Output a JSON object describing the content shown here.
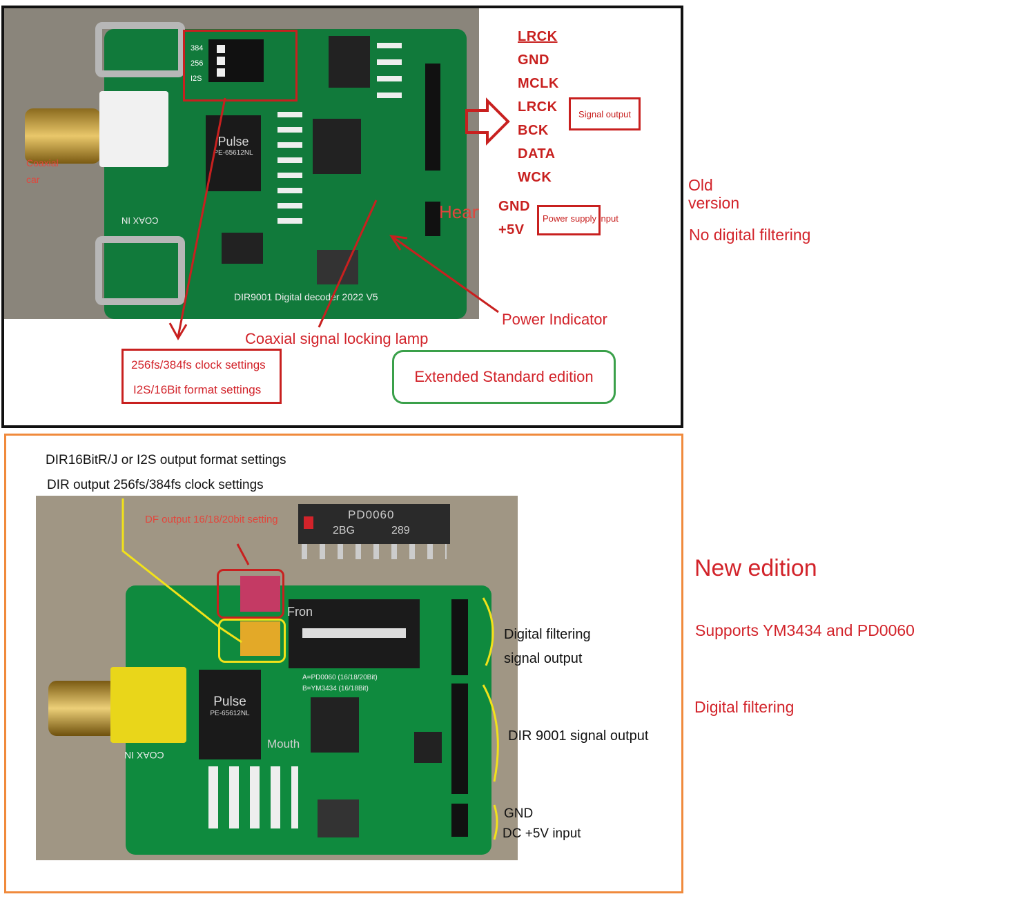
{
  "old_version": {
    "pin_labels": [
      "LRCK",
      "GND",
      "MCLK",
      "LRCK",
      "BCK",
      "DATA",
      "WCK"
    ],
    "power_pins": [
      "GND",
      "+5V"
    ],
    "signal_output_label": "Signal output",
    "power_supply_label": "Power supply input",
    "heart_label": "Heart",
    "coaxial_label": "Coaxial",
    "car_label": "car",
    "board_text": "DIR9001 Digital decoder 2022 V5",
    "coax_in": "COAX IN",
    "pulse_text": "Pulse",
    "pulse_part": "PE-65612NL",
    "dip_labels": [
      "384",
      "256",
      "I2S"
    ],
    "power_indicator": "Power Indicator",
    "lock_lamp": "Coaxial signal locking lamp",
    "clock_settings": "256fs/384fs clock settings",
    "format_settings": "I2S/16Bit format settings",
    "extended_edition": "Extended Standard edition",
    "title_line1": "Old",
    "title_line2": "version",
    "filter_note": "No digital filtering"
  },
  "new_version": {
    "format_settings": "DIR16BitR/J or I2S output format settings",
    "clock_settings": "DIR output 256fs/384fs clock settings",
    "df_setting": "DF output 16/18/20bit setting",
    "chip_name": "PD0060",
    "chip_code": "2BG",
    "chip_num": "289",
    "front_label": "Fron",
    "mouth_label": "Mouth",
    "coax_in": "COAX IN",
    "pulse_text": "Pulse",
    "pulse_part": "PE-65612NL",
    "chip_options_a": "A=PD0060 (16/18/20Bit)",
    "chip_options_b": "B=YM3434 (16/18Bit)",
    "digital_filter_line1": "Digital filtering",
    "digital_filter_line2": "signal output",
    "dir_output": "DIR 9001 signal output",
    "gnd": "GND",
    "dc_input": "DC +5V input",
    "title": "New edition",
    "supports": "Supports YM3434 and PD0060",
    "filter_note": "Digital filtering"
  },
  "colors": {
    "red": "#c8201f",
    "green": "#3aa04a",
    "orange": "#f08a3c",
    "yellow": "#f2e21a",
    "pcb_green": "#117a3b"
  }
}
